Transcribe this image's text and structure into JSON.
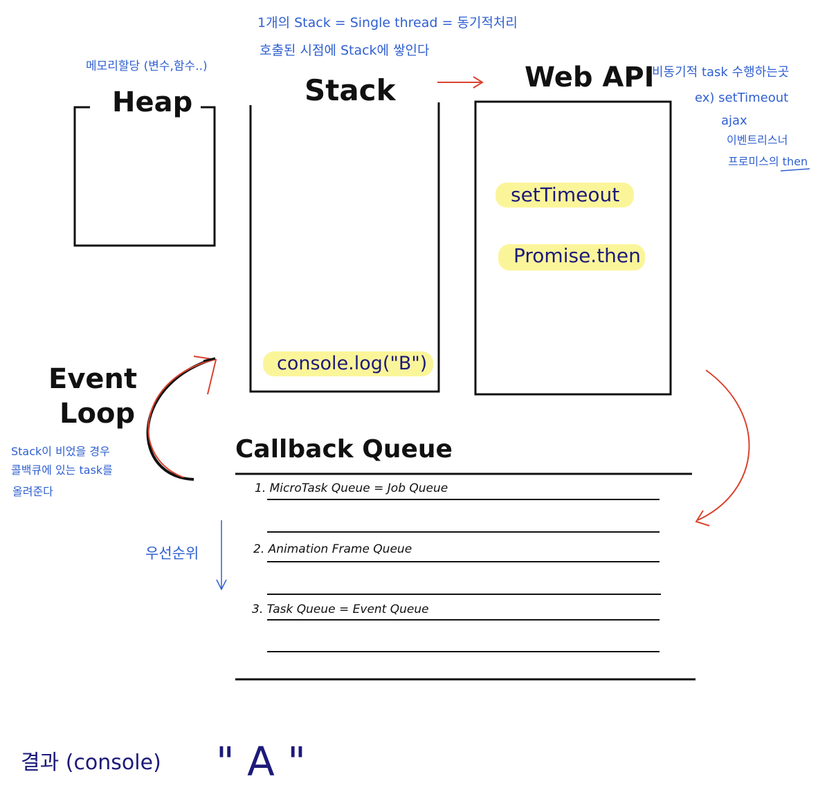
{
  "heap": {
    "title": "Heap",
    "note": "메모리할당 (변수,함수..)"
  },
  "stack": {
    "title": "Stack",
    "note_line1": "1개의 Stack = Single thread = 동기적처리",
    "note_line2": "호출된 시점에 Stack에 쌓인다",
    "item": "console.log(\"B\")"
  },
  "webapi": {
    "title": "Web API",
    "note_line1": "비동기적 task 수행하는곳",
    "examples": [
      "ex) setTimeout",
      "ajax",
      "이벤트리스너",
      "프로미스의 then"
    ],
    "items": [
      "setTimeout",
      "Promise.then"
    ]
  },
  "event_loop": {
    "title_line1": "Event",
    "title_line2": "Loop",
    "note_line1": "Stack이 비었을 경우",
    "note_line2": "콜백큐에 있는 task를",
    "note_line3": "올려준다"
  },
  "callback_queue": {
    "title": "Callback Queue",
    "queues": [
      "1. MicroTask Queue = Job Queue",
      "2. Animation Frame Queue",
      "3. Task Queue = Event Queue"
    ],
    "priority_label": "우선순위"
  },
  "result": {
    "label": "결과 (console)",
    "value": "\" A \""
  },
  "colors": {
    "ink": "#111111",
    "note_blue": "#2f5fd0",
    "navy": "#1d1a7a",
    "arrow_red": "#d9432f",
    "highlight": "#fbf59a"
  }
}
